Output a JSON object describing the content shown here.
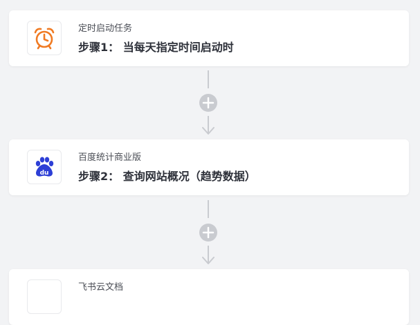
{
  "steps": [
    {
      "app_name": "定时启动任务",
      "title": "步骤1： 当每天指定时间启动时",
      "icon": "alarm-clock-icon",
      "accent": "#f07a22"
    },
    {
      "app_name": "百度统计商业版",
      "title": "步骤2： 查询网站概况（趋势数据）",
      "icon": "baidu-paw-icon",
      "accent": "#2d3fd6"
    },
    {
      "app_name": "飞书云文档",
      "title": "",
      "icon": "feishu-docs-icon"
    }
  ],
  "colors": {
    "background": "#f2f3f5",
    "card": "#ffffff",
    "connector": "#c9cbd0"
  }
}
